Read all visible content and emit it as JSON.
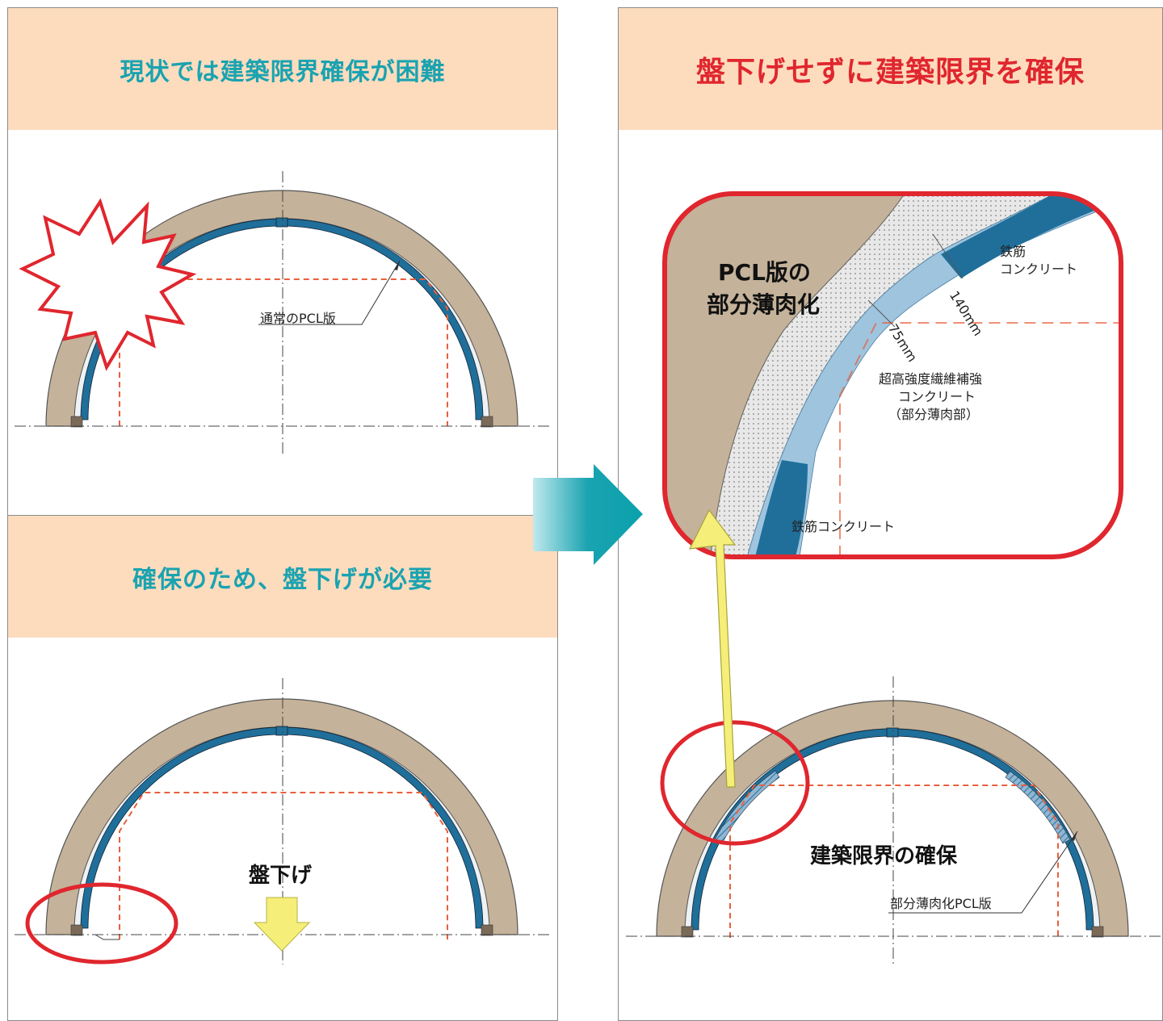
{
  "left_top": {
    "title": "現状では建築限界確保が困難",
    "pcl_label": "通常のPCL版"
  },
  "left_bottom": {
    "title": "確保のため、盤下げが必要",
    "lower_label": "盤下げ"
  },
  "right": {
    "title": "盤下げせずに建築限界を確保",
    "zoom_title_line1": "PCL版の",
    "zoom_title_line2": "部分薄肉化",
    "rc_top_line1": "鉄筋",
    "rc_top_line2": "コンクリート",
    "dim_140": "140mm",
    "dim_75": "75mm",
    "ufrc_line1": "超高強度繊維補強",
    "ufrc_line2": "コンクリート",
    "ufrc_line3": "（部分薄肉部）",
    "rc_bottom": "鉄筋コンクリート",
    "clearance_label": "建築限界の確保",
    "thin_pcl_label": "部分薄肉化PCL版"
  },
  "colors": {
    "band": "#fddcbe",
    "teal_title": "#1aa3b0",
    "red_title": "#e0262e",
    "tunnel_outer": "#c4b29a",
    "lining_blue": "#1f6f9a",
    "clearance_dash": "#e8603c",
    "highlight_red": "#e0262e",
    "arrow_yellow": "#f5ef7a",
    "arrow_teal": "#1aa3b0"
  }
}
